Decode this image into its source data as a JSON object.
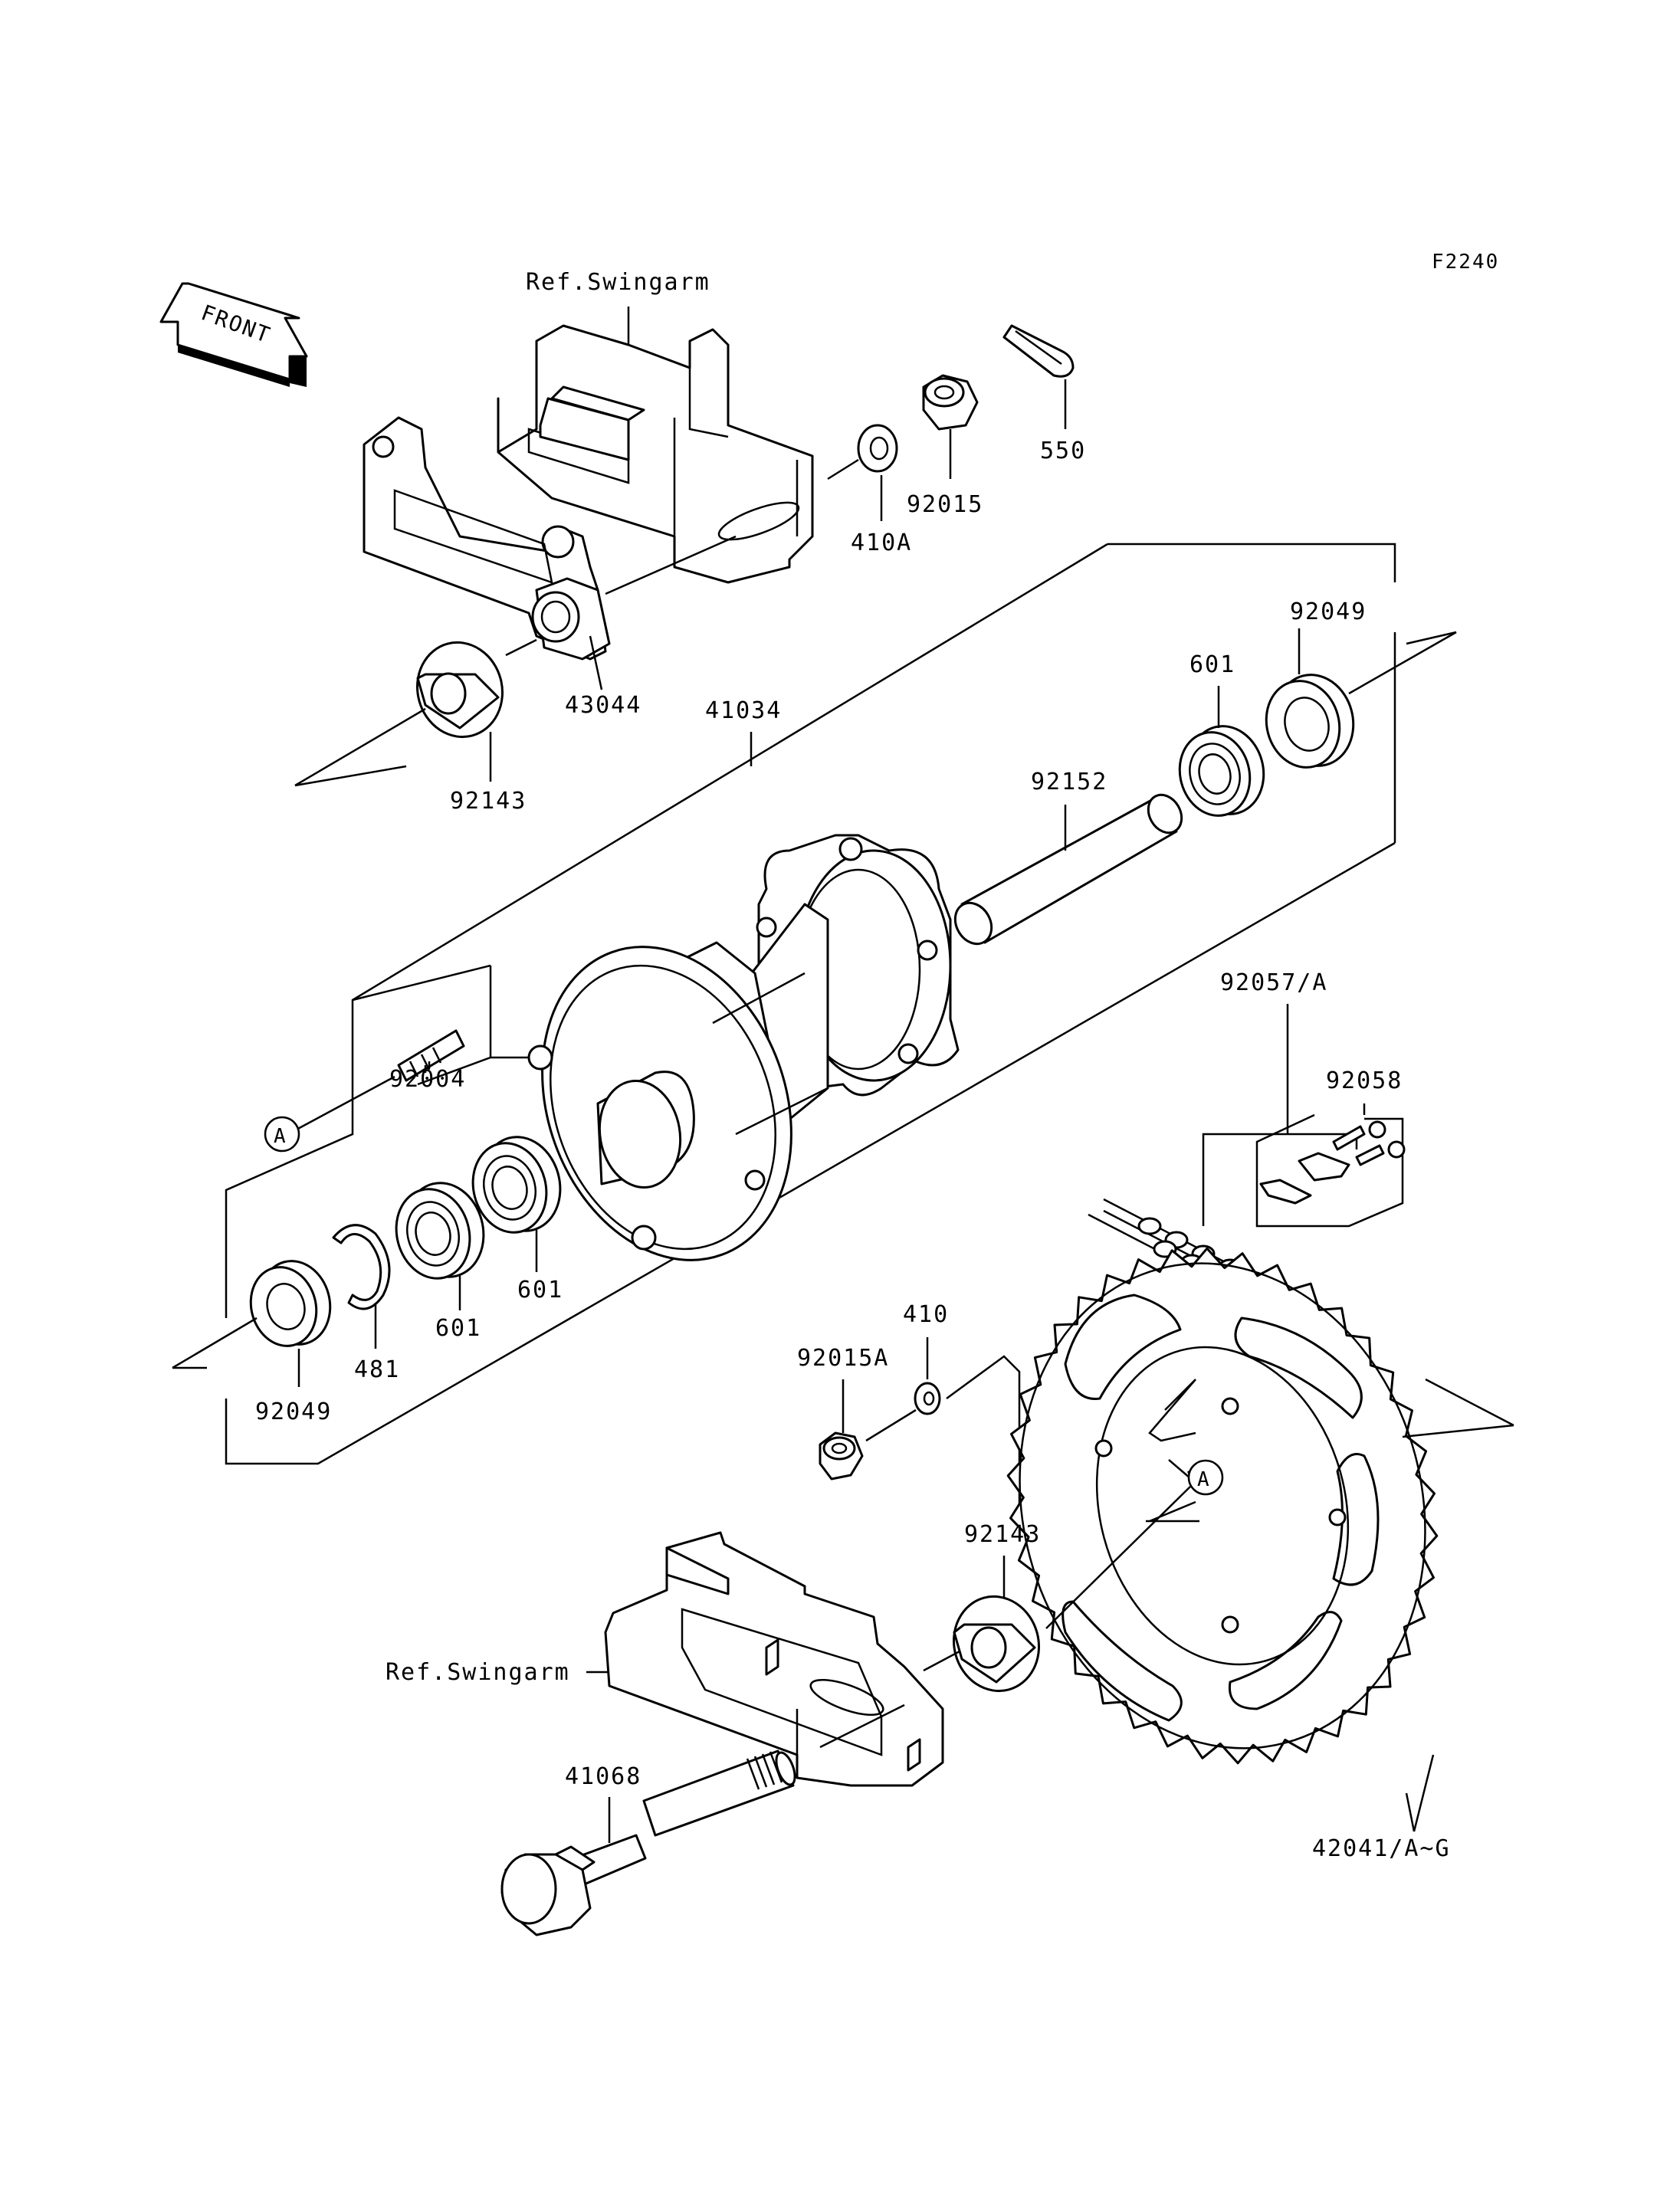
{
  "diagram_code": "F2240",
  "front_label": "FRONT",
  "ref_labels": {
    "upper": "Ref.Swingarm",
    "lower": "Ref.Swingarm"
  },
  "callout_marker": "A",
  "parts": {
    "p550": "550",
    "p92015": "92015",
    "p410A": "410A",
    "p43044": "43044",
    "p92143_top": "92143",
    "p41034": "41034",
    "p92049_right": "92049",
    "p601_right": "601",
    "p92152": "92152",
    "p92004": "92004",
    "p601_mid": "601",
    "p601_low": "601",
    "p481": "481",
    "p92049_left": "92049",
    "p92057": "92057/A",
    "p92058": "92058",
    "p410": "410",
    "p92015A": "92015A",
    "p92143_bottom": "92143",
    "p41068": "41068",
    "p42041": "42041/A~G"
  }
}
